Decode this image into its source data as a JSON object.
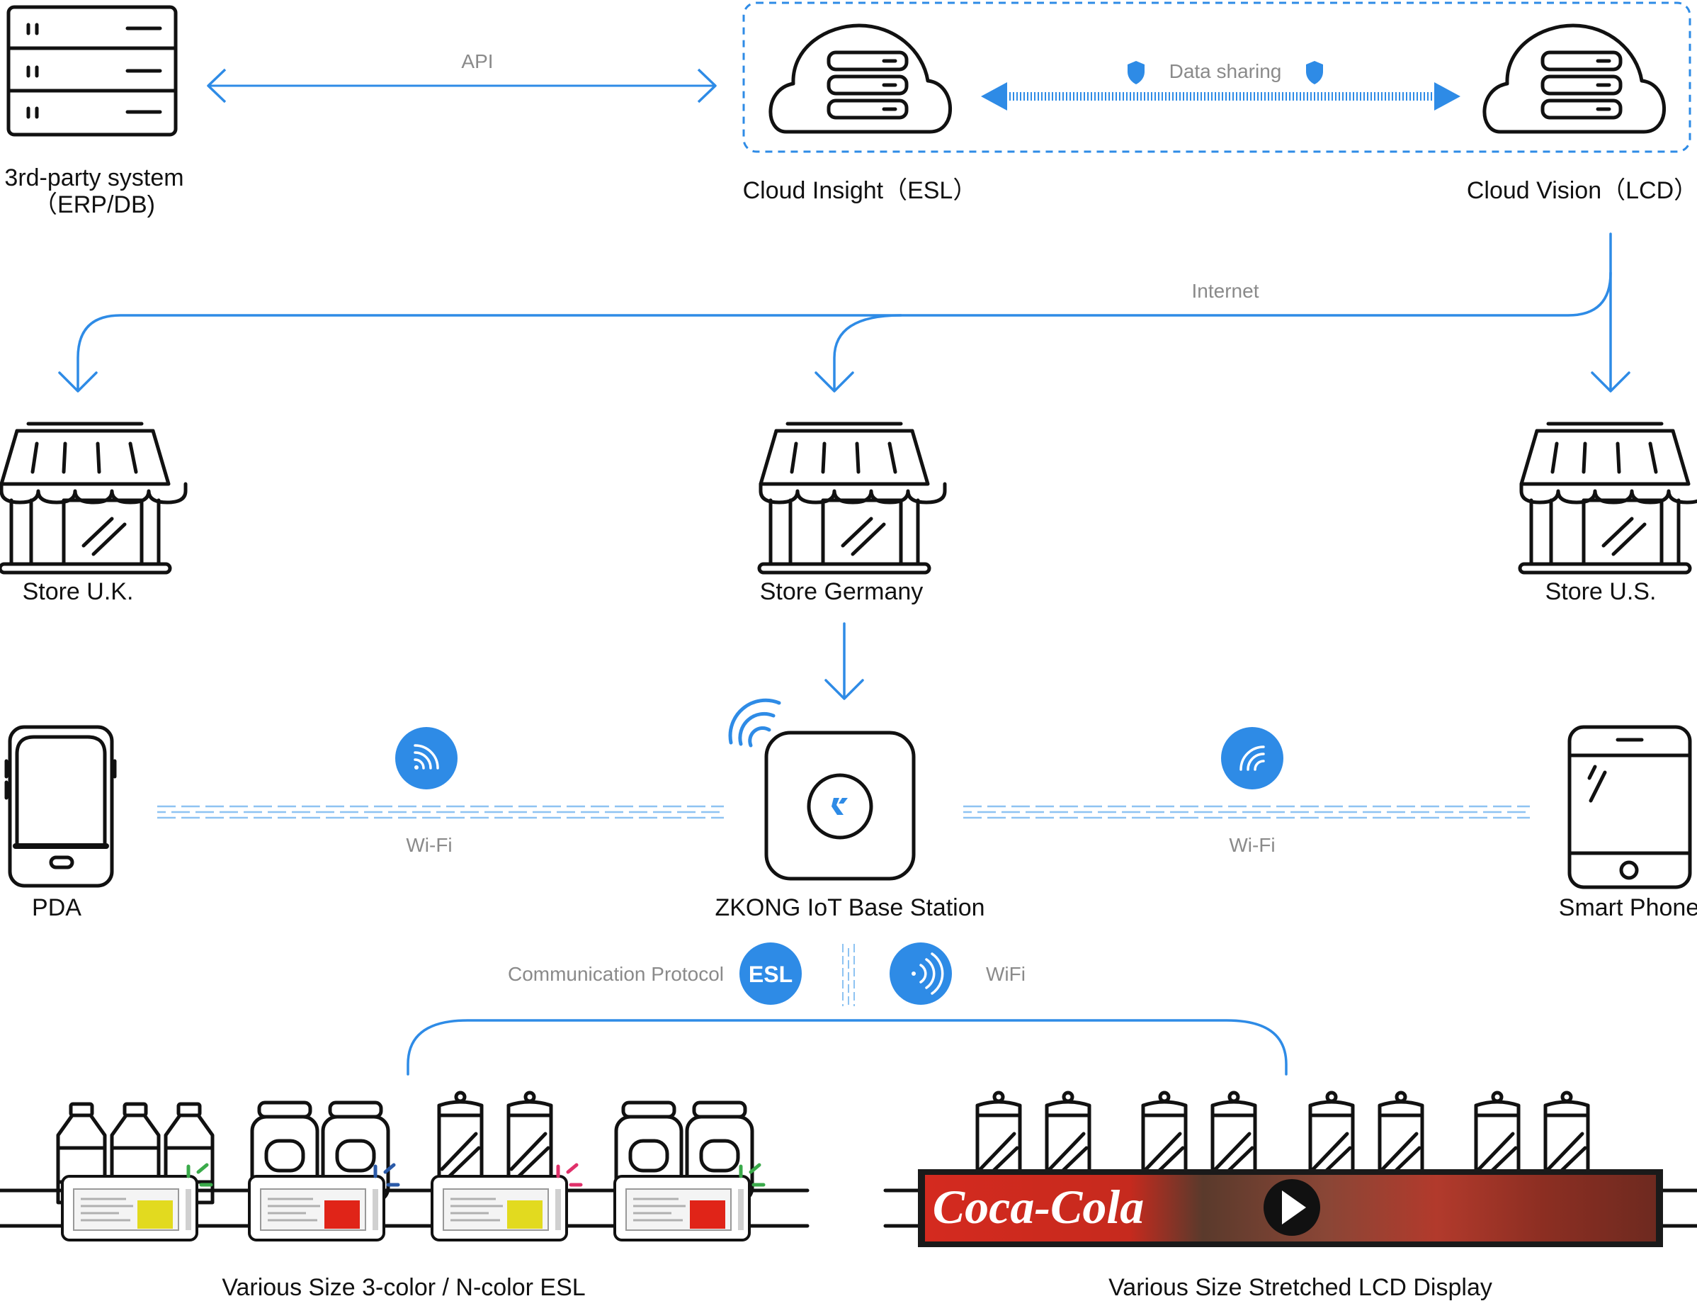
{
  "top": {
    "erp_label_line1": "3rd-party system",
    "erp_label_line2": "（ERP/DB)",
    "api_label": "API",
    "data_sharing_label": "Data sharing",
    "cloud_insight_label": "Cloud Insight（ESL）",
    "cloud_vision_label": "Cloud Vision（LCD）",
    "internet_label": "Internet"
  },
  "stores": {
    "uk": "Store U.K.",
    "germany": "Store Germany",
    "us": "Store U.S."
  },
  "middle": {
    "pda_label": "PDA",
    "wifi_left_label": "Wi-Fi",
    "base_station_label": "ZKONG IoT Base Station",
    "wifi_right_label": "Wi-Fi",
    "smartphone_label": "Smart Phone"
  },
  "protocol": {
    "communication_label": "Communication Protocol",
    "esl_badge": "ESL",
    "wifi_label": "WiFi"
  },
  "bottom": {
    "esl_caption": "Various Size 3-color / N-color ESL",
    "lcd_caption": "Various Size Stretched LCD Display",
    "lcd_brand": "Coca-Cola"
  },
  "colors": {
    "accent_blue": "#2e8be6",
    "esl_yellow": "#e2da1f",
    "esl_red": "#e02418",
    "lcd_red": "#c4231a"
  }
}
